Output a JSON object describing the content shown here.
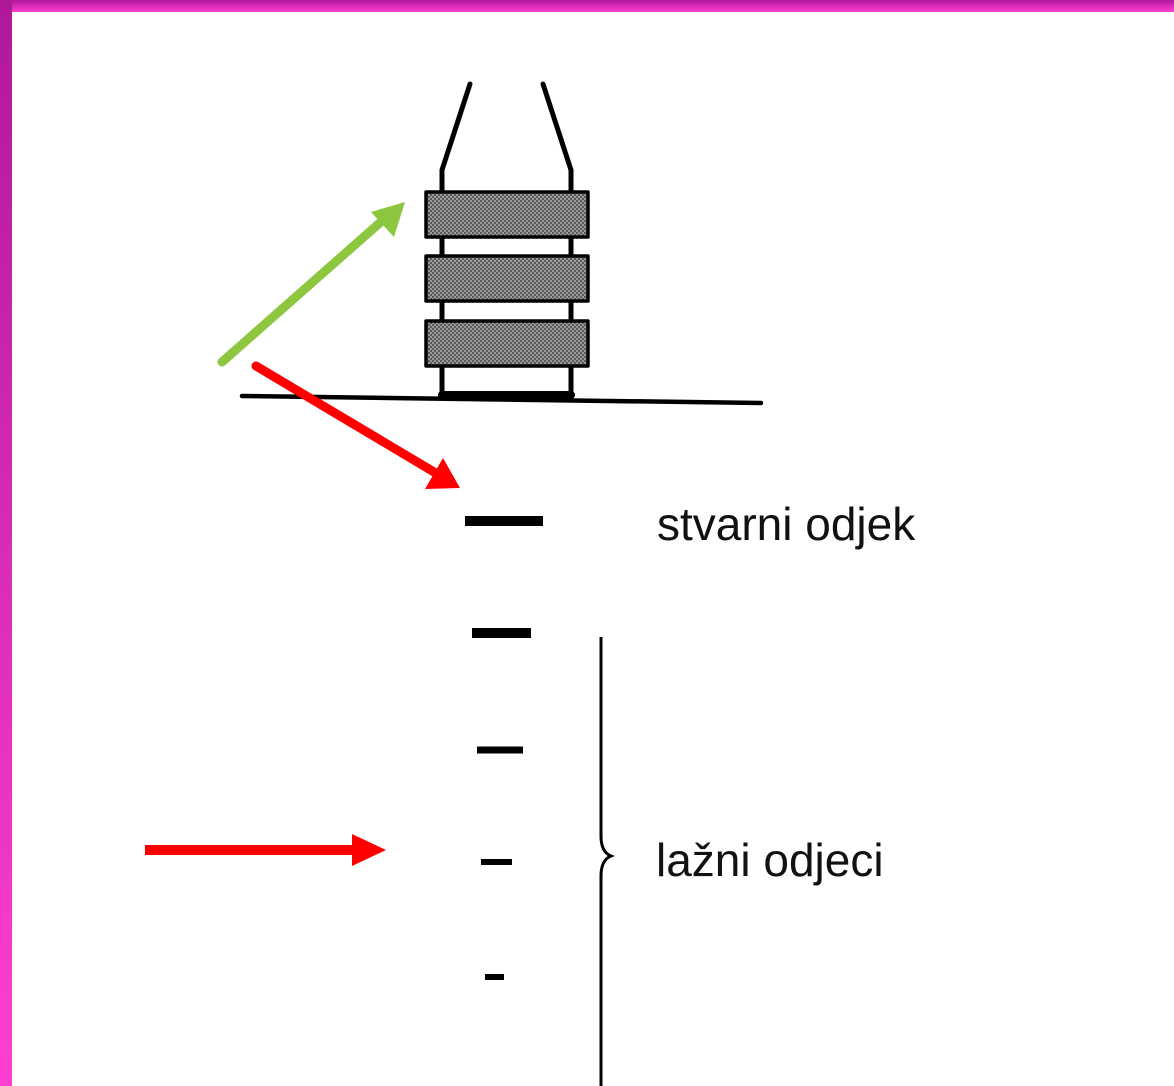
{
  "labels": {
    "true_echo": "stvarni odjek",
    "false_echoes": "lažni odjeci"
  },
  "colors": {
    "frame_gradient_top": "#b0189a",
    "frame_gradient_bottom": "#ff3fd2",
    "ink": "#000000",
    "hatch_fill": "#9a9a9a",
    "incident_arrow": "#8dc63f",
    "echo_arrow": "#ff0000"
  },
  "icons": {
    "ultrasound_probe": "probe-with-crystal-layers",
    "incident_beam": "green-arrow",
    "reflected_beam": "red-arrow",
    "false_echo_pointer": "red-arrow",
    "grouping": "curly-brace"
  }
}
